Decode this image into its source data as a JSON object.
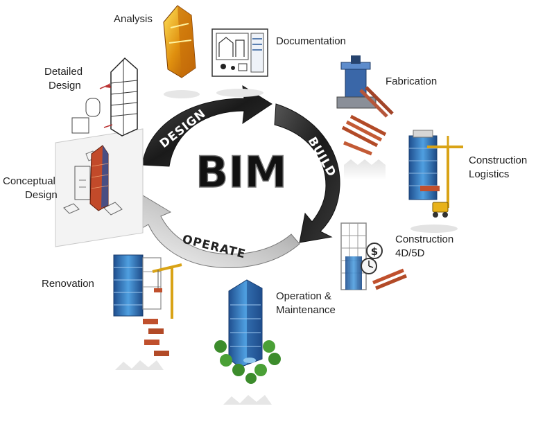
{
  "center": {
    "title": "BIM"
  },
  "cycle": {
    "design": "DESIGN",
    "build": "BUILD",
    "operate": "OPERATE"
  },
  "stages": {
    "analysis": "Analysis",
    "documentation": "Documentation",
    "fabrication": "Fabrication",
    "construction_logistics": [
      "Construction",
      "Logistics"
    ],
    "construction_4d5d": [
      "Construction",
      "4D/5D"
    ],
    "operation_maintenance": [
      "Operation &",
      "Maintenance"
    ],
    "renovation": "Renovation",
    "conceptual_design": [
      "Conceptual",
      "Design"
    ],
    "detailed_design": [
      "Detailed",
      "Design"
    ]
  },
  "colors": {
    "arrow_dark": "#1a1a1a",
    "arrow_light": "#d8d8d8",
    "building_blue": "#2f6fb5",
    "crane_yellow": "#e8b21a",
    "brick": "#c0502d",
    "tree_green": "#3c8c2c",
    "analysis_gold": "#e09a12"
  }
}
